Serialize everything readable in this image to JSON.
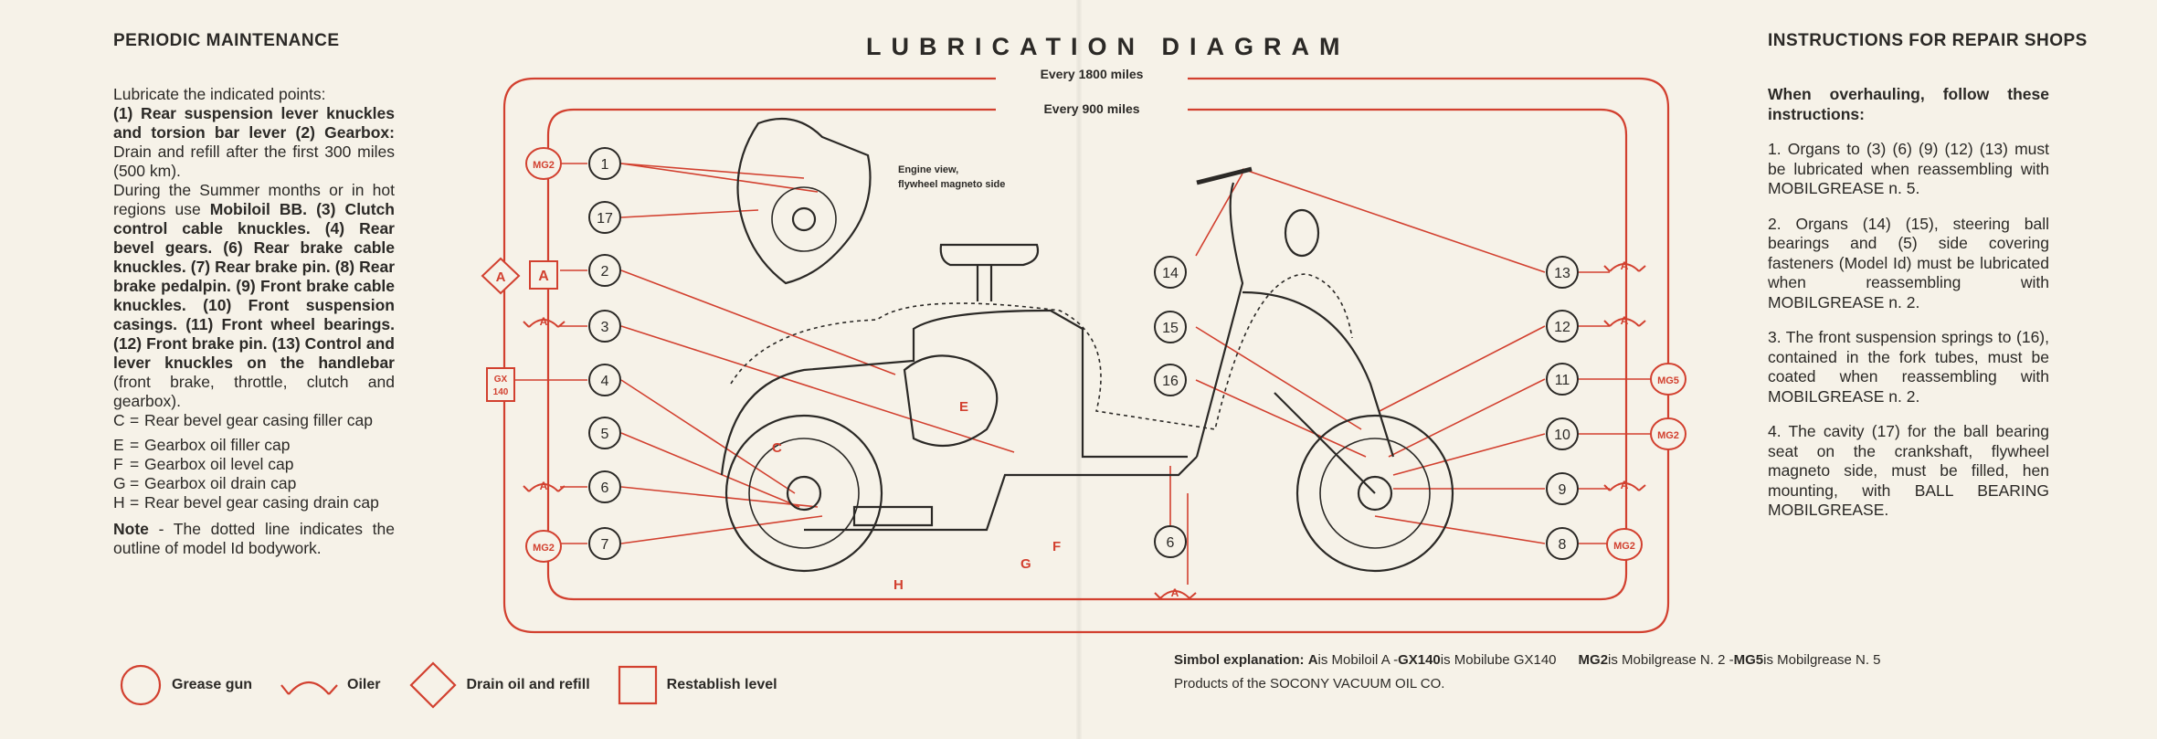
{
  "headings": {
    "left": "PERIODIC MAINTENANCE",
    "center": "LUBRICATION DIAGRAM",
    "right": "INSTRUCTIONS FOR REPAIR SHOPS"
  },
  "left": {
    "para1_intro": "Lubricate the indicated points:",
    "para1_body": [
      {
        "b": "(1) Rear suspension lever knuckles and torsion bar lever (2) Gearbox:"
      },
      {
        "n": " Drain and refill after the first 300 miles (500 km)."
      }
    ],
    "para2_lead": "During the Summer months or in hot regions use ",
    "para2_bold": "Mobiloil BB. (3) Clutch control cable knuckles. (4) Rear bevel gears. (6) Rear brake cable knuckles. (7) Rear brake pin. (8) Rear brake pedalpin. (9) Front brake cable knuckles. (10) Front suspension casings. (11) Front wheel bearings. (12) Front brake pin. (13) Control and lever knuckles on the handlebar",
    "para2_tail": " (front brake, throttle, clutch and gearbox).",
    "legend": [
      {
        "k": "C",
        "eq": "=",
        "v": "Rear bevel gear casing filler cap"
      },
      {
        "k": "E",
        "eq": "=",
        "v": "Gearbox oil filler cap"
      },
      {
        "k": "F",
        "eq": "=",
        "v": "Gearbox oil level cap"
      },
      {
        "k": "G",
        "eq": "=",
        "v": "Gearbox oil drain cap"
      },
      {
        "k": "H",
        "eq": "=",
        "v": "Rear bevel gear casing drain cap"
      }
    ],
    "note_label": "Note",
    "note_text": " - The dotted line indicates the outline of model Id bodywork."
  },
  "right": {
    "intro": "When overhauling, follow these instructions:",
    "items": [
      "1. Organs to (3) (6) (9) (12) (13) must be lubricated when reassembling with MOBILGREASE n. 5.",
      "2. Organs (14) (15), steering ball bearings and (5) side covering fasteners (Model Id) must be lubricated when reassembling with MOBILGREASE n. 2.",
      "3. The front suspension springs to (16), contained in the fork tubes, must be coated when reassembling with MOBILGREASE n. 2.",
      "4. The cavity (17) for the ball bearing seat on the crankshaft, flywheel magneto side, must be filled, hen mounting, with BALL BEARING MOBILGREASE."
    ]
  },
  "diagram": {
    "outer_label": "Every 1800 miles",
    "inner_label": "Every 900 miles",
    "engine_caption_1": "Engine view,",
    "engine_caption_2": "flywheel magneto side",
    "left_points": [
      "1",
      "17",
      "2",
      "3",
      "4",
      "5",
      "6",
      "7"
    ],
    "right_points": [
      "13",
      "12",
      "11",
      "10",
      "9",
      "8"
    ],
    "mid_points": [
      "14",
      "15",
      "16",
      "6"
    ],
    "part_letters": [
      "C",
      "E",
      "F",
      "G",
      "H"
    ],
    "tags": {
      "mg2": "MG2",
      "mg5": "MG5",
      "gx": "GX",
      "gx2": "140",
      "a": "A"
    }
  },
  "symbols": [
    {
      "label": "Grease gun"
    },
    {
      "label": "Oiler"
    },
    {
      "label": "Drain oil and refill"
    },
    {
      "label": "Restablish level"
    }
  ],
  "explanation": {
    "label": "Simbol explanation:",
    "a_key": "A",
    "a_text": " is Mobiloil A - ",
    "gx_key": "GX140",
    "gx_text": " is Mobilube GX140",
    "mg2_key": "MG2",
    "mg2_text": " is Mobilgrease N. 2 - ",
    "mg5_key": "MG5",
    "mg5_text": " is Mobilgrease N. 5",
    "products": "Products of the SOCONY VACUUM OIL CO."
  },
  "colors": {
    "red": "#d2402f",
    "ink": "#2b2926",
    "paper": "#f6f2e8"
  }
}
